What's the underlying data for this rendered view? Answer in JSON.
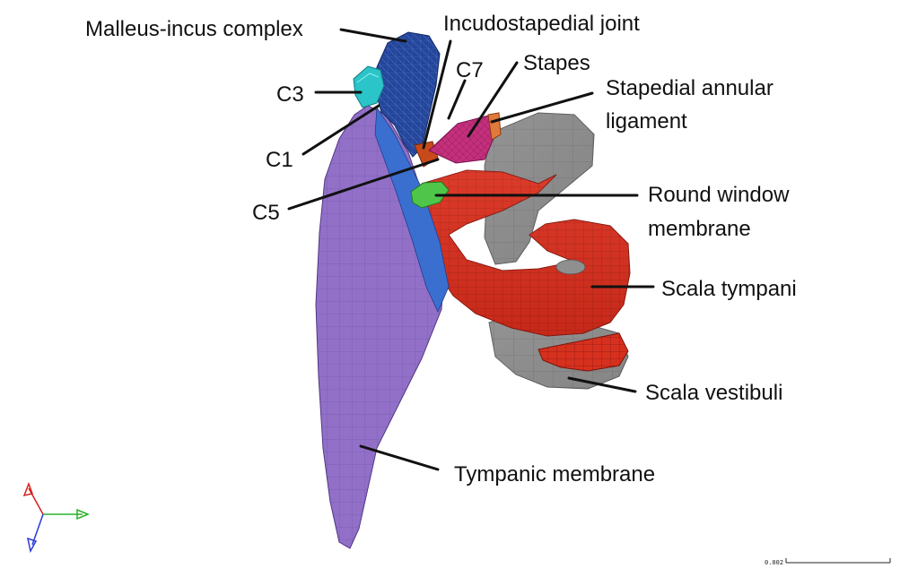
{
  "figure": {
    "labels": {
      "malleus_incus": "Malleus-incus complex",
      "incudostapedial": "Incudostapedial joint",
      "c7": "C7",
      "stapes": "Stapes",
      "annular_line1": "Stapedial annular",
      "annular_line2": "ligament",
      "c3": "C3",
      "c1": "C1",
      "c5": "C5",
      "round_window_line1": "Round window",
      "round_window_line2": "membrane",
      "scala_tympani": "Scala tympani",
      "scala_vestibuli": "Scala vestibuli",
      "tympanic": "Tympanic membrane"
    },
    "scale_bar_text": "0.002",
    "colors": {
      "tympanic_membrane": "#8a66c4",
      "malleus_incus": "#23428f",
      "malleus_handle": "#3a6fd0",
      "c3_ligament": "#2bc4c8",
      "stapes": "#cc2f7e",
      "incudostapedial_joint": "#c84a1a",
      "annular_ligament": "#e07a3a",
      "round_window": "#4fc64a",
      "scala_tympani": "#d6301e",
      "scala_vestibuli": "#8c8c8c",
      "axis_red": "#d42020",
      "axis_green": "#2ab02a",
      "axis_blue": "#2a3ad4"
    }
  }
}
